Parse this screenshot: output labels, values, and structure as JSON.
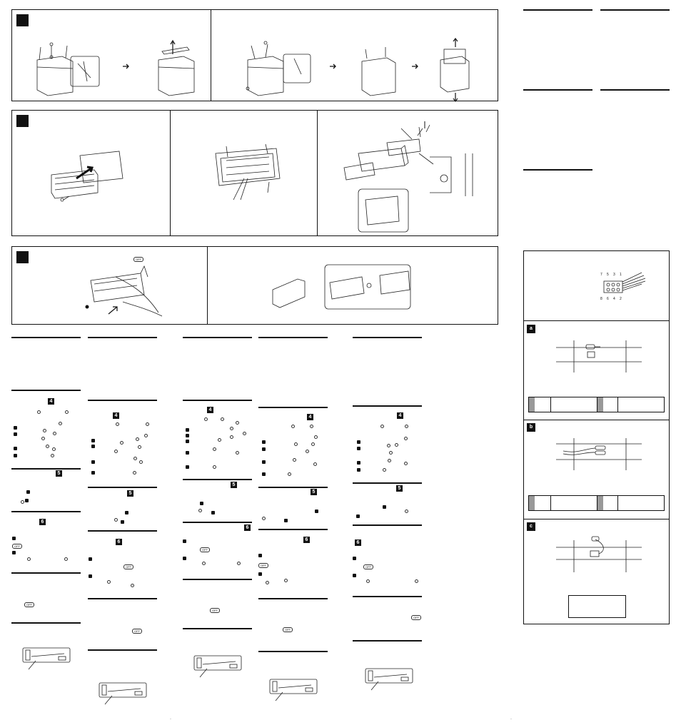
{
  "steps": {
    "one": "",
    "two": "",
    "three": "",
    "four": "4",
    "five": "5",
    "six": "6"
  },
  "connection_labels": {
    "a": "a",
    "b": "b",
    "c": "c"
  },
  "connector_pins": {
    "top": [
      "7",
      "5",
      "3",
      "1"
    ],
    "bottom": [
      "8",
      "6",
      "4",
      "2"
    ]
  },
  "button_labels": {
    "off": "OFF"
  },
  "page_marks": [
    "·",
    "·"
  ],
  "icons": {
    "arrow": "right-arrow-icon",
    "eject": "eject-icon"
  }
}
